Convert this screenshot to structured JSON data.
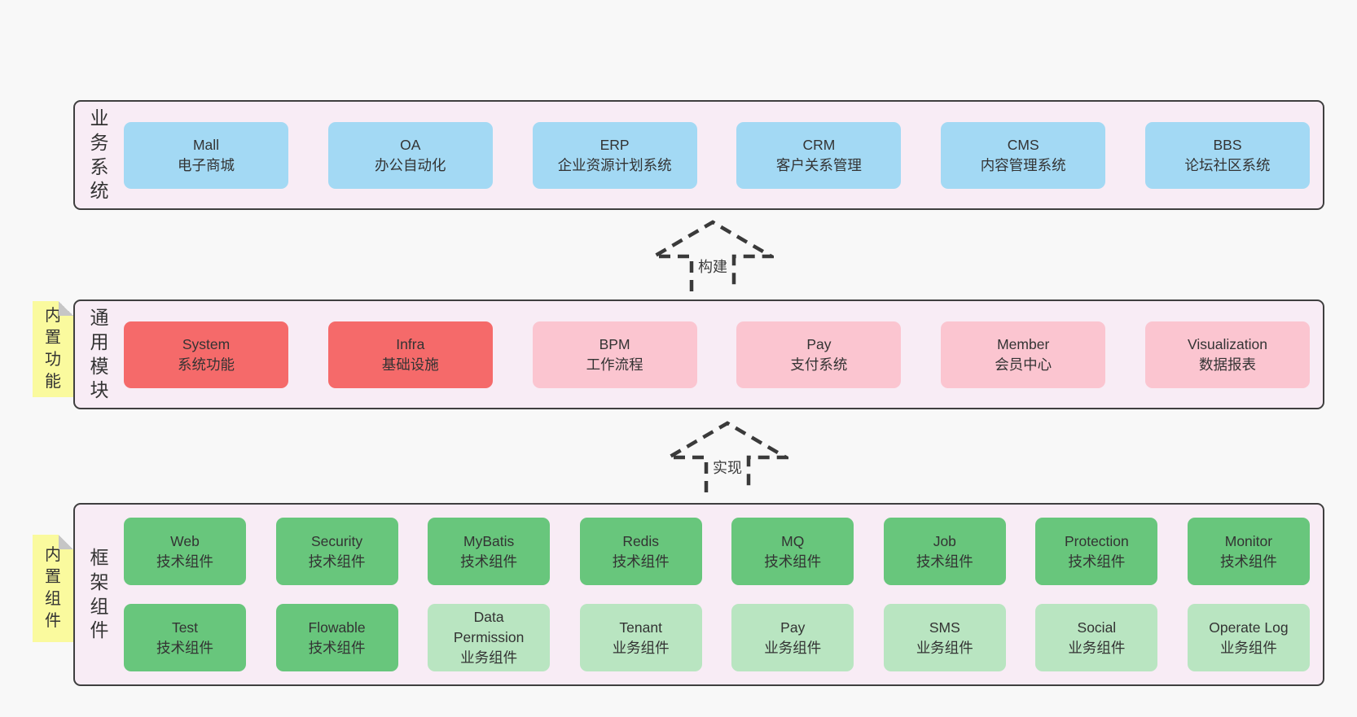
{
  "colors": {
    "page_bg": "#f8f8f8",
    "band_bg": "#f8ecf5",
    "band_border": "#3f3f3f",
    "blue": "#a3d9f4",
    "red": "#f56a6a",
    "pink": "#fbc5d0",
    "green": "#68c67c",
    "green_light": "#b9e5c1",
    "sticky_yellow": "#fafa9e",
    "text": "#333333"
  },
  "arrows": [
    {
      "label": "构建"
    },
    {
      "label": "实现"
    }
  ],
  "bands": [
    {
      "label": "业务系统",
      "boxes": [
        {
          "title": "Mall",
          "subtitle": "电子商城",
          "type": "blue"
        },
        {
          "title": "OA",
          "subtitle": "办公自动化",
          "type": "blue"
        },
        {
          "title": "ERP",
          "subtitle": "企业资源计划系统",
          "type": "blue"
        },
        {
          "title": "CRM",
          "subtitle": "客户关系管理",
          "type": "blue"
        },
        {
          "title": "CMS",
          "subtitle": "内容管理系统",
          "type": "blue"
        },
        {
          "title": "BBS",
          "subtitle": "论坛社区系统",
          "type": "blue"
        }
      ]
    },
    {
      "label": "通用模块",
      "sticky": "内置功能",
      "boxes": [
        {
          "title": "System",
          "subtitle": "系统功能",
          "type": "red"
        },
        {
          "title": "Infra",
          "subtitle": "基础设施",
          "type": "red"
        },
        {
          "title": "BPM",
          "subtitle": "工作流程",
          "type": "pink"
        },
        {
          "title": "Pay",
          "subtitle": "支付系统",
          "type": "pink"
        },
        {
          "title": "Member",
          "subtitle": "会员中心",
          "type": "pink"
        },
        {
          "title": "Visualization",
          "subtitle": "数据报表",
          "type": "pink"
        }
      ]
    },
    {
      "label": "框架组件",
      "sticky": "内置组件",
      "rows": [
        [
          {
            "title": "Web",
            "subtitle": "技术组件",
            "type": "green"
          },
          {
            "title": "Security",
            "subtitle": "技术组件",
            "type": "green"
          },
          {
            "title": "MyBatis",
            "subtitle": "技术组件",
            "type": "green"
          },
          {
            "title": "Redis",
            "subtitle": "技术组件",
            "type": "green"
          },
          {
            "title": "MQ",
            "subtitle": "技术组件",
            "type": "green"
          },
          {
            "title": "Job",
            "subtitle": "技术组件",
            "type": "green"
          },
          {
            "title": "Protection",
            "subtitle": "技术组件",
            "type": "green"
          },
          {
            "title": "Monitor",
            "subtitle": "技术组件",
            "type": "green"
          }
        ],
        [
          {
            "title": "Test",
            "subtitle": "技术组件",
            "type": "green"
          },
          {
            "title": "Flowable",
            "subtitle": "技术组件",
            "type": "green"
          },
          {
            "title": "Data\nPermission",
            "subtitle": "业务组件",
            "type": "green-light"
          },
          {
            "title": "Tenant",
            "subtitle": "业务组件",
            "type": "green-light"
          },
          {
            "title": "Pay",
            "subtitle": "业务组件",
            "type": "green-light"
          },
          {
            "title": "SMS",
            "subtitle": "业务组件",
            "type": "green-light"
          },
          {
            "title": "Social",
            "subtitle": "业务组件",
            "type": "green-light"
          },
          {
            "title": "Operate Log",
            "subtitle": "业务组件",
            "type": "green-light"
          }
        ]
      ]
    }
  ]
}
